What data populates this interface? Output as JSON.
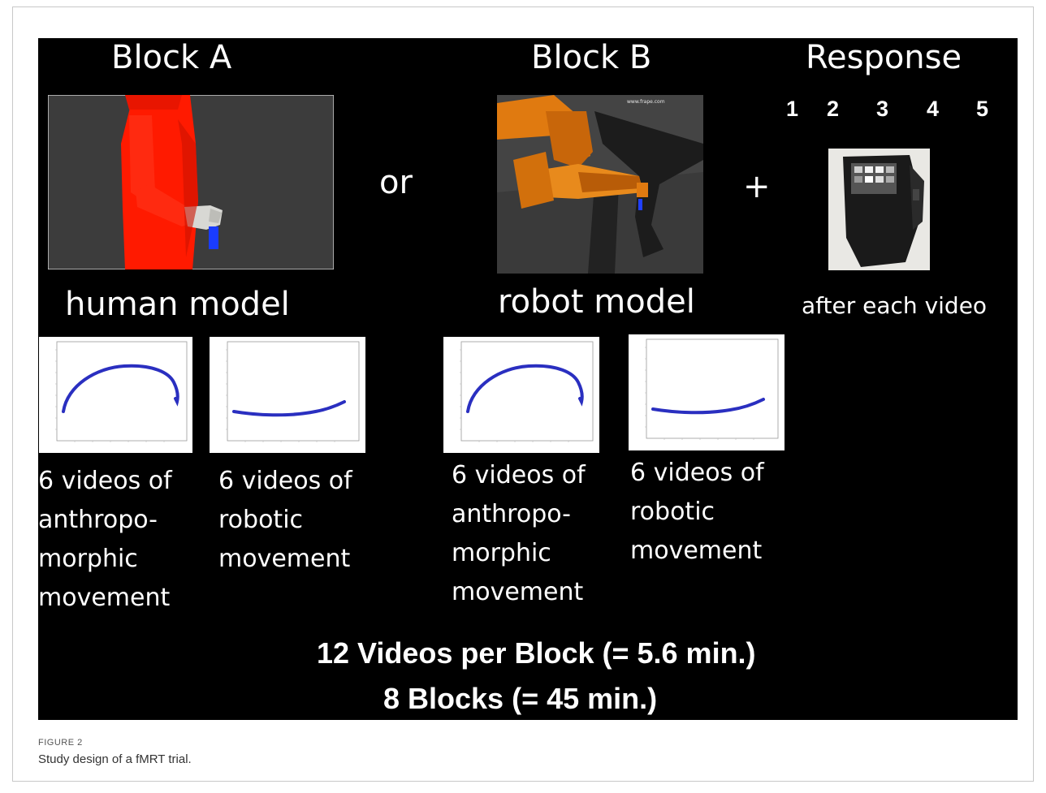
{
  "figure": {
    "block_a": {
      "title": "Block A",
      "model": "human model",
      "left_caption": "6 videos of anthropo- morphic movement",
      "right_caption": "6 videos of robotic movement"
    },
    "block_b": {
      "title": "Block B",
      "model": "robot model",
      "left_caption": "6 videos of anthropo- morphic movement",
      "right_caption": "6 videos of robotic movement"
    },
    "or_label": "or",
    "plus_label": "+",
    "response": {
      "title": "Response",
      "scale": [
        "1",
        "2",
        "3",
        "4",
        "5"
      ],
      "note": "after each video"
    },
    "videos_per_block": "12 Videos per Block (= 5.6 min.)",
    "blocks_total": "8 Blocks (= 45 min.)",
    "robot_watermark": "www.frape.com"
  },
  "caption": {
    "label": "FIGURE 2",
    "text": "Study design of a fMRT trial."
  },
  "colors": {
    "panel": "#000000",
    "text": "#ffffff",
    "human_body": "#ff1a00",
    "robot_arm": "#e07a10",
    "trajectory": "#2a2fc0"
  }
}
